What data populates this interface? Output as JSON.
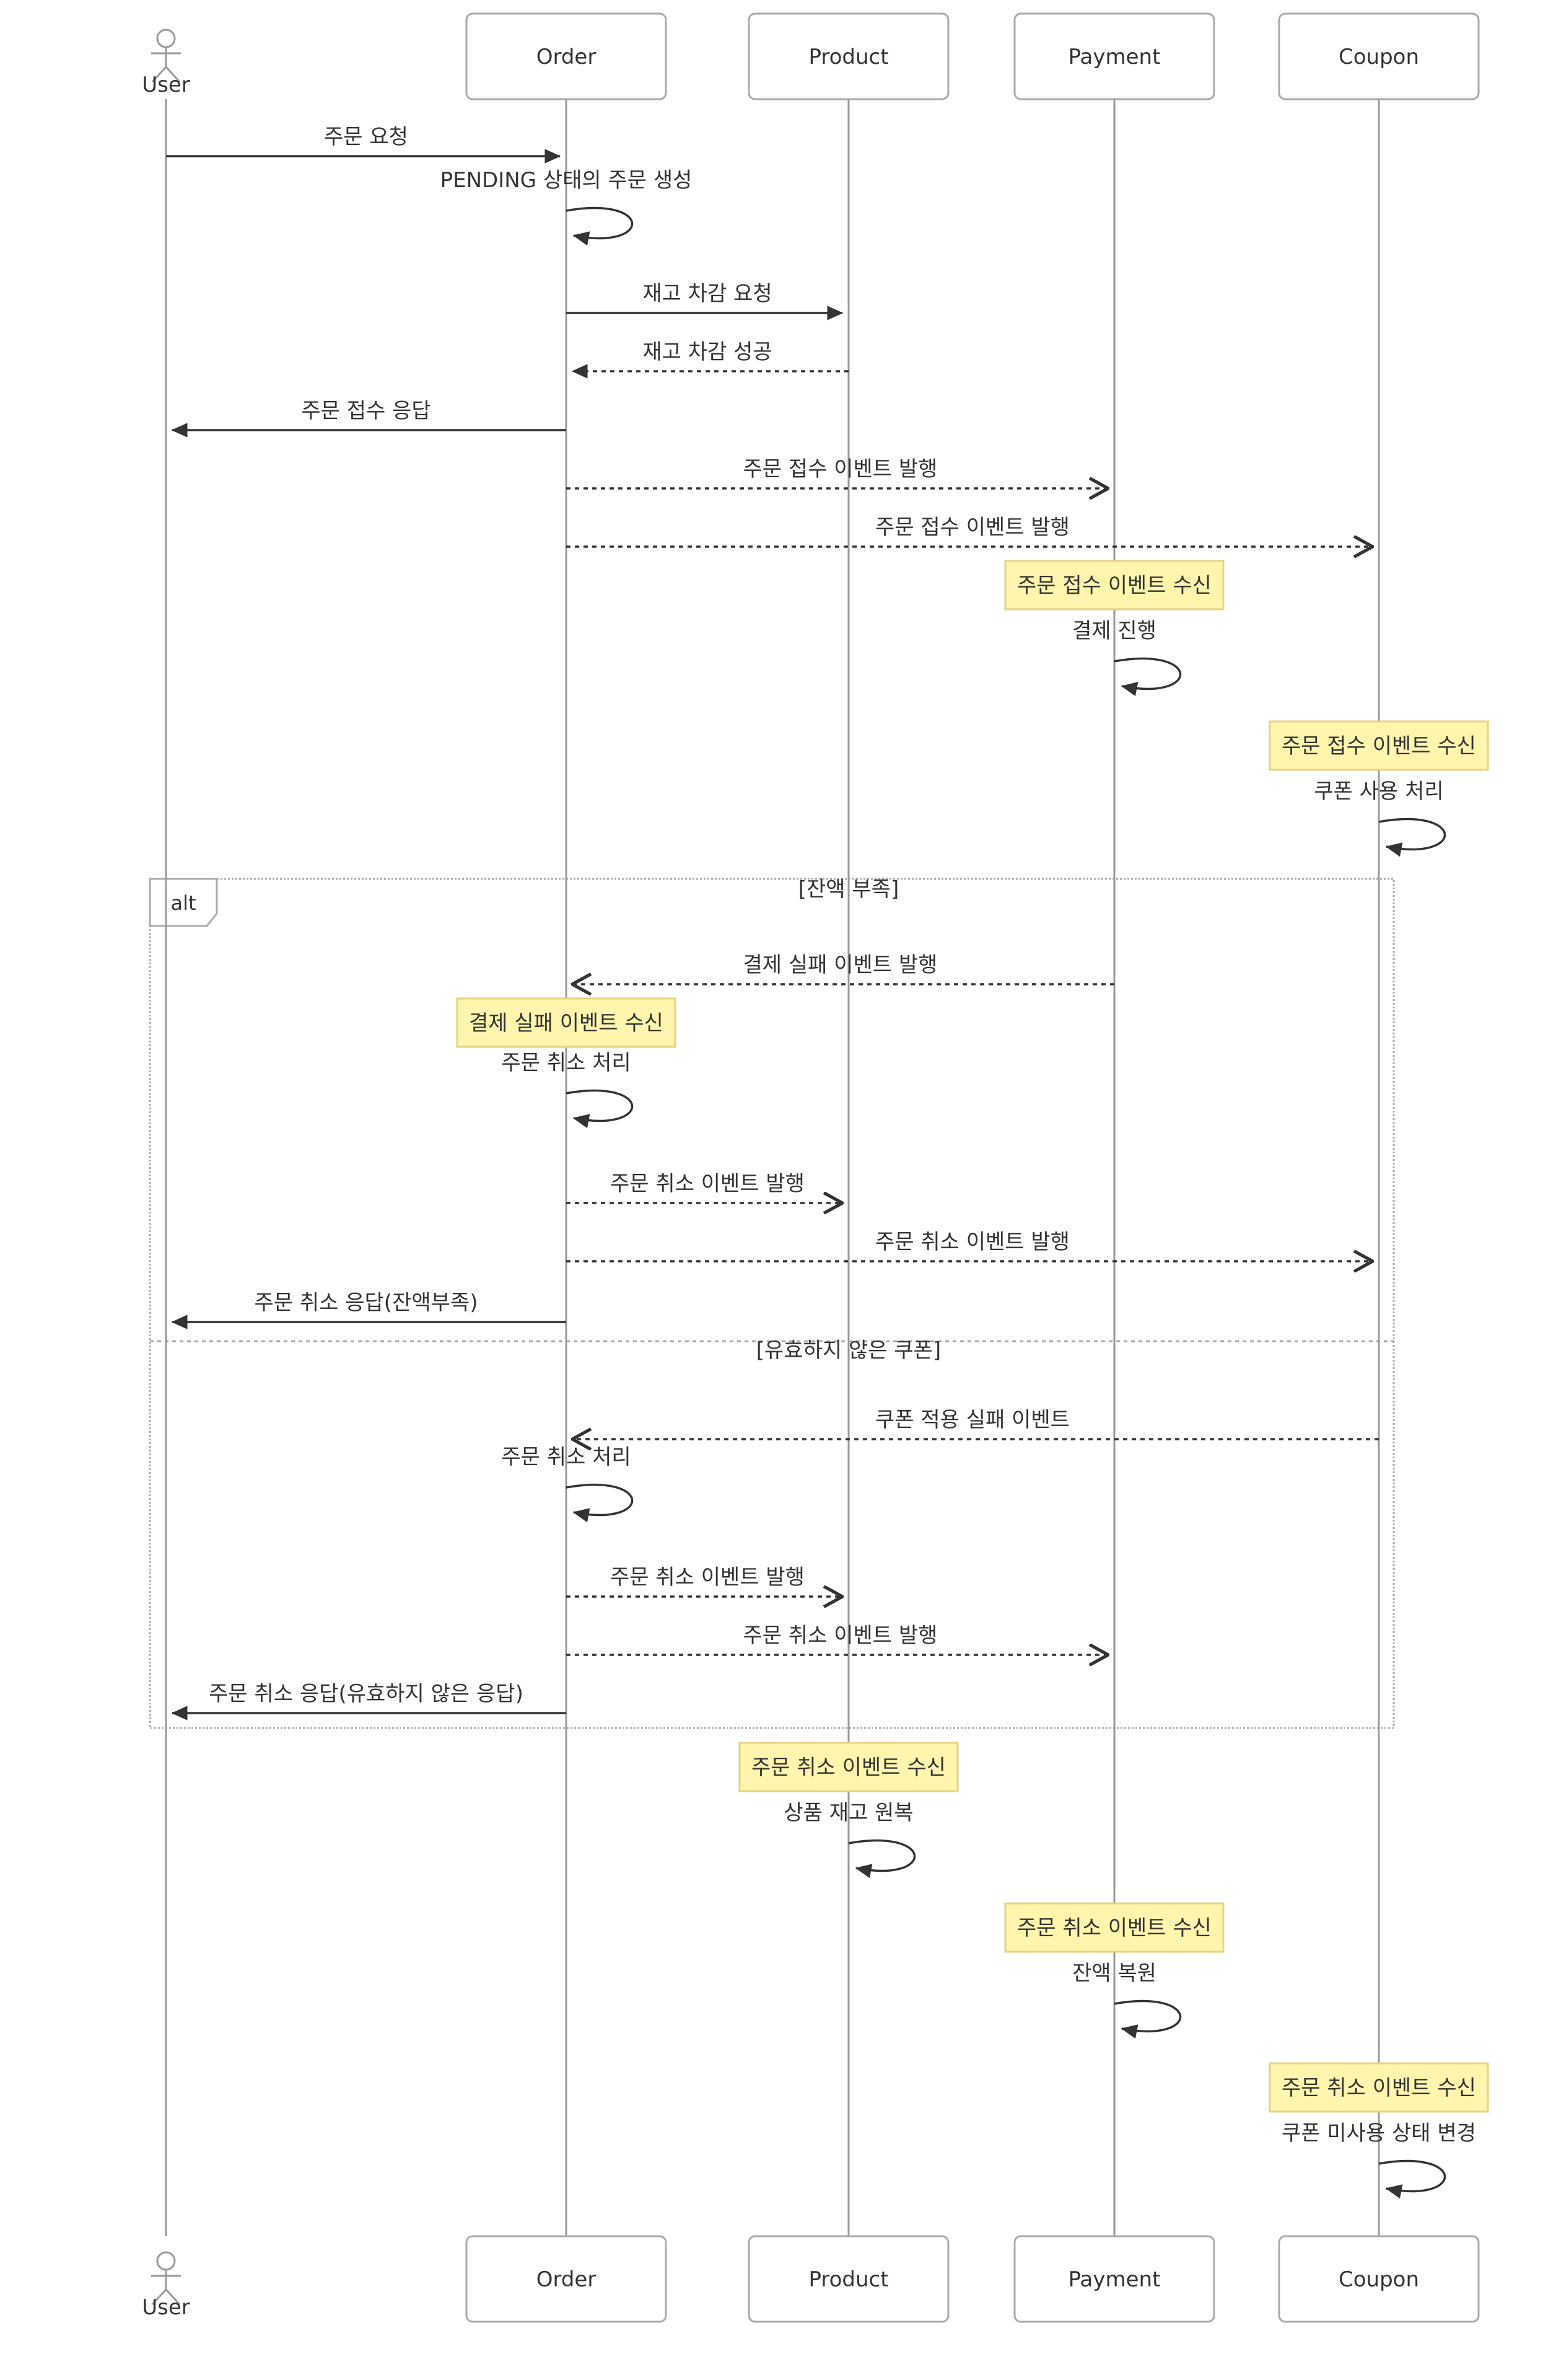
{
  "participants": [
    {
      "id": "user",
      "label": "User",
      "kind": "actor"
    },
    {
      "id": "order",
      "label": "Order",
      "kind": "box"
    },
    {
      "id": "product",
      "label": "Product",
      "kind": "box"
    },
    {
      "id": "payment",
      "label": "Payment",
      "kind": "box"
    },
    {
      "id": "coupon",
      "label": "Coupon",
      "kind": "box"
    }
  ],
  "alt_block": {
    "keyword": "alt",
    "sections": [
      {
        "condition": "[잔액 부족]"
      },
      {
        "condition": "[유효하지 않은 쿠폰]"
      }
    ]
  },
  "steps": [
    {
      "type": "message",
      "from": "user",
      "to": "order",
      "text": "주문 요청",
      "style": "solid"
    },
    {
      "type": "self",
      "on": "order",
      "text": "PENDING 상태의 주문 생성"
    },
    {
      "type": "message",
      "from": "order",
      "to": "product",
      "text": "재고 차감 요청",
      "style": "solid"
    },
    {
      "type": "message",
      "from": "product",
      "to": "order",
      "text": "재고 차감 성공",
      "style": "dotted"
    },
    {
      "type": "message",
      "from": "order",
      "to": "user",
      "text": "주문 접수 응답",
      "style": "solid"
    },
    {
      "type": "message",
      "from": "order",
      "to": "payment",
      "text": "주문 접수 이벤트 발행",
      "style": "async"
    },
    {
      "type": "message",
      "from": "order",
      "to": "coupon",
      "text": "주문 접수 이벤트 발행",
      "style": "async"
    },
    {
      "type": "note",
      "on": "payment",
      "text": "주문 접수 이벤트 수신"
    },
    {
      "type": "self",
      "on": "payment",
      "text": "결제 진행"
    },
    {
      "type": "note",
      "on": "coupon",
      "text": "주문 접수 이벤트 수신"
    },
    {
      "type": "self",
      "on": "coupon",
      "text": "쿠폰 사용 처리"
    },
    {
      "type": "message",
      "from": "payment",
      "to": "order",
      "text": "결제 실패 이벤트 발행",
      "style": "async"
    },
    {
      "type": "note",
      "on": "order",
      "text": "결제 실패 이벤트 수신"
    },
    {
      "type": "self",
      "on": "order",
      "text": "주문 취소 처리"
    },
    {
      "type": "message",
      "from": "order",
      "to": "product",
      "text": "주문 취소 이벤트 발행",
      "style": "async"
    },
    {
      "type": "message",
      "from": "order",
      "to": "coupon",
      "text": "주문 취소 이벤트 발행",
      "style": "async"
    },
    {
      "type": "message",
      "from": "order",
      "to": "user",
      "text": "주문 취소 응답(잔액부족)",
      "style": "solid"
    },
    {
      "type": "message",
      "from": "coupon",
      "to": "order",
      "text": "쿠폰 적용 실패 이벤트",
      "style": "async"
    },
    {
      "type": "self",
      "on": "order",
      "text": "주문 취소 처리"
    },
    {
      "type": "message",
      "from": "order",
      "to": "product",
      "text": "주문 취소 이벤트 발행",
      "style": "async"
    },
    {
      "type": "message",
      "from": "order",
      "to": "payment",
      "text": "주문 취소 이벤트 발행",
      "style": "async"
    },
    {
      "type": "message",
      "from": "order",
      "to": "user",
      "text": "주문 취소 응답(유효하지 않은 응답)",
      "style": "solid"
    },
    {
      "type": "note",
      "on": "product",
      "text": "주문 취소 이벤트 수신"
    },
    {
      "type": "self",
      "on": "product",
      "text": "상품 재고 원복"
    },
    {
      "type": "note",
      "on": "payment",
      "text": "주문 취소 이벤트 수신"
    },
    {
      "type": "self",
      "on": "payment",
      "text": "잔액 복원"
    },
    {
      "type": "note",
      "on": "coupon",
      "text": "주문 취소 이벤트 수신"
    },
    {
      "type": "self",
      "on": "coupon",
      "text": "쿠폰 미사용 상태 변경"
    }
  ],
  "colors": {
    "line": "#333333",
    "lifeline": "#999999",
    "box_border": "#aaaaaa",
    "note_fill": "#fff5ad",
    "note_border": "#e6d280",
    "frame_border": "#aaaaaa"
  }
}
